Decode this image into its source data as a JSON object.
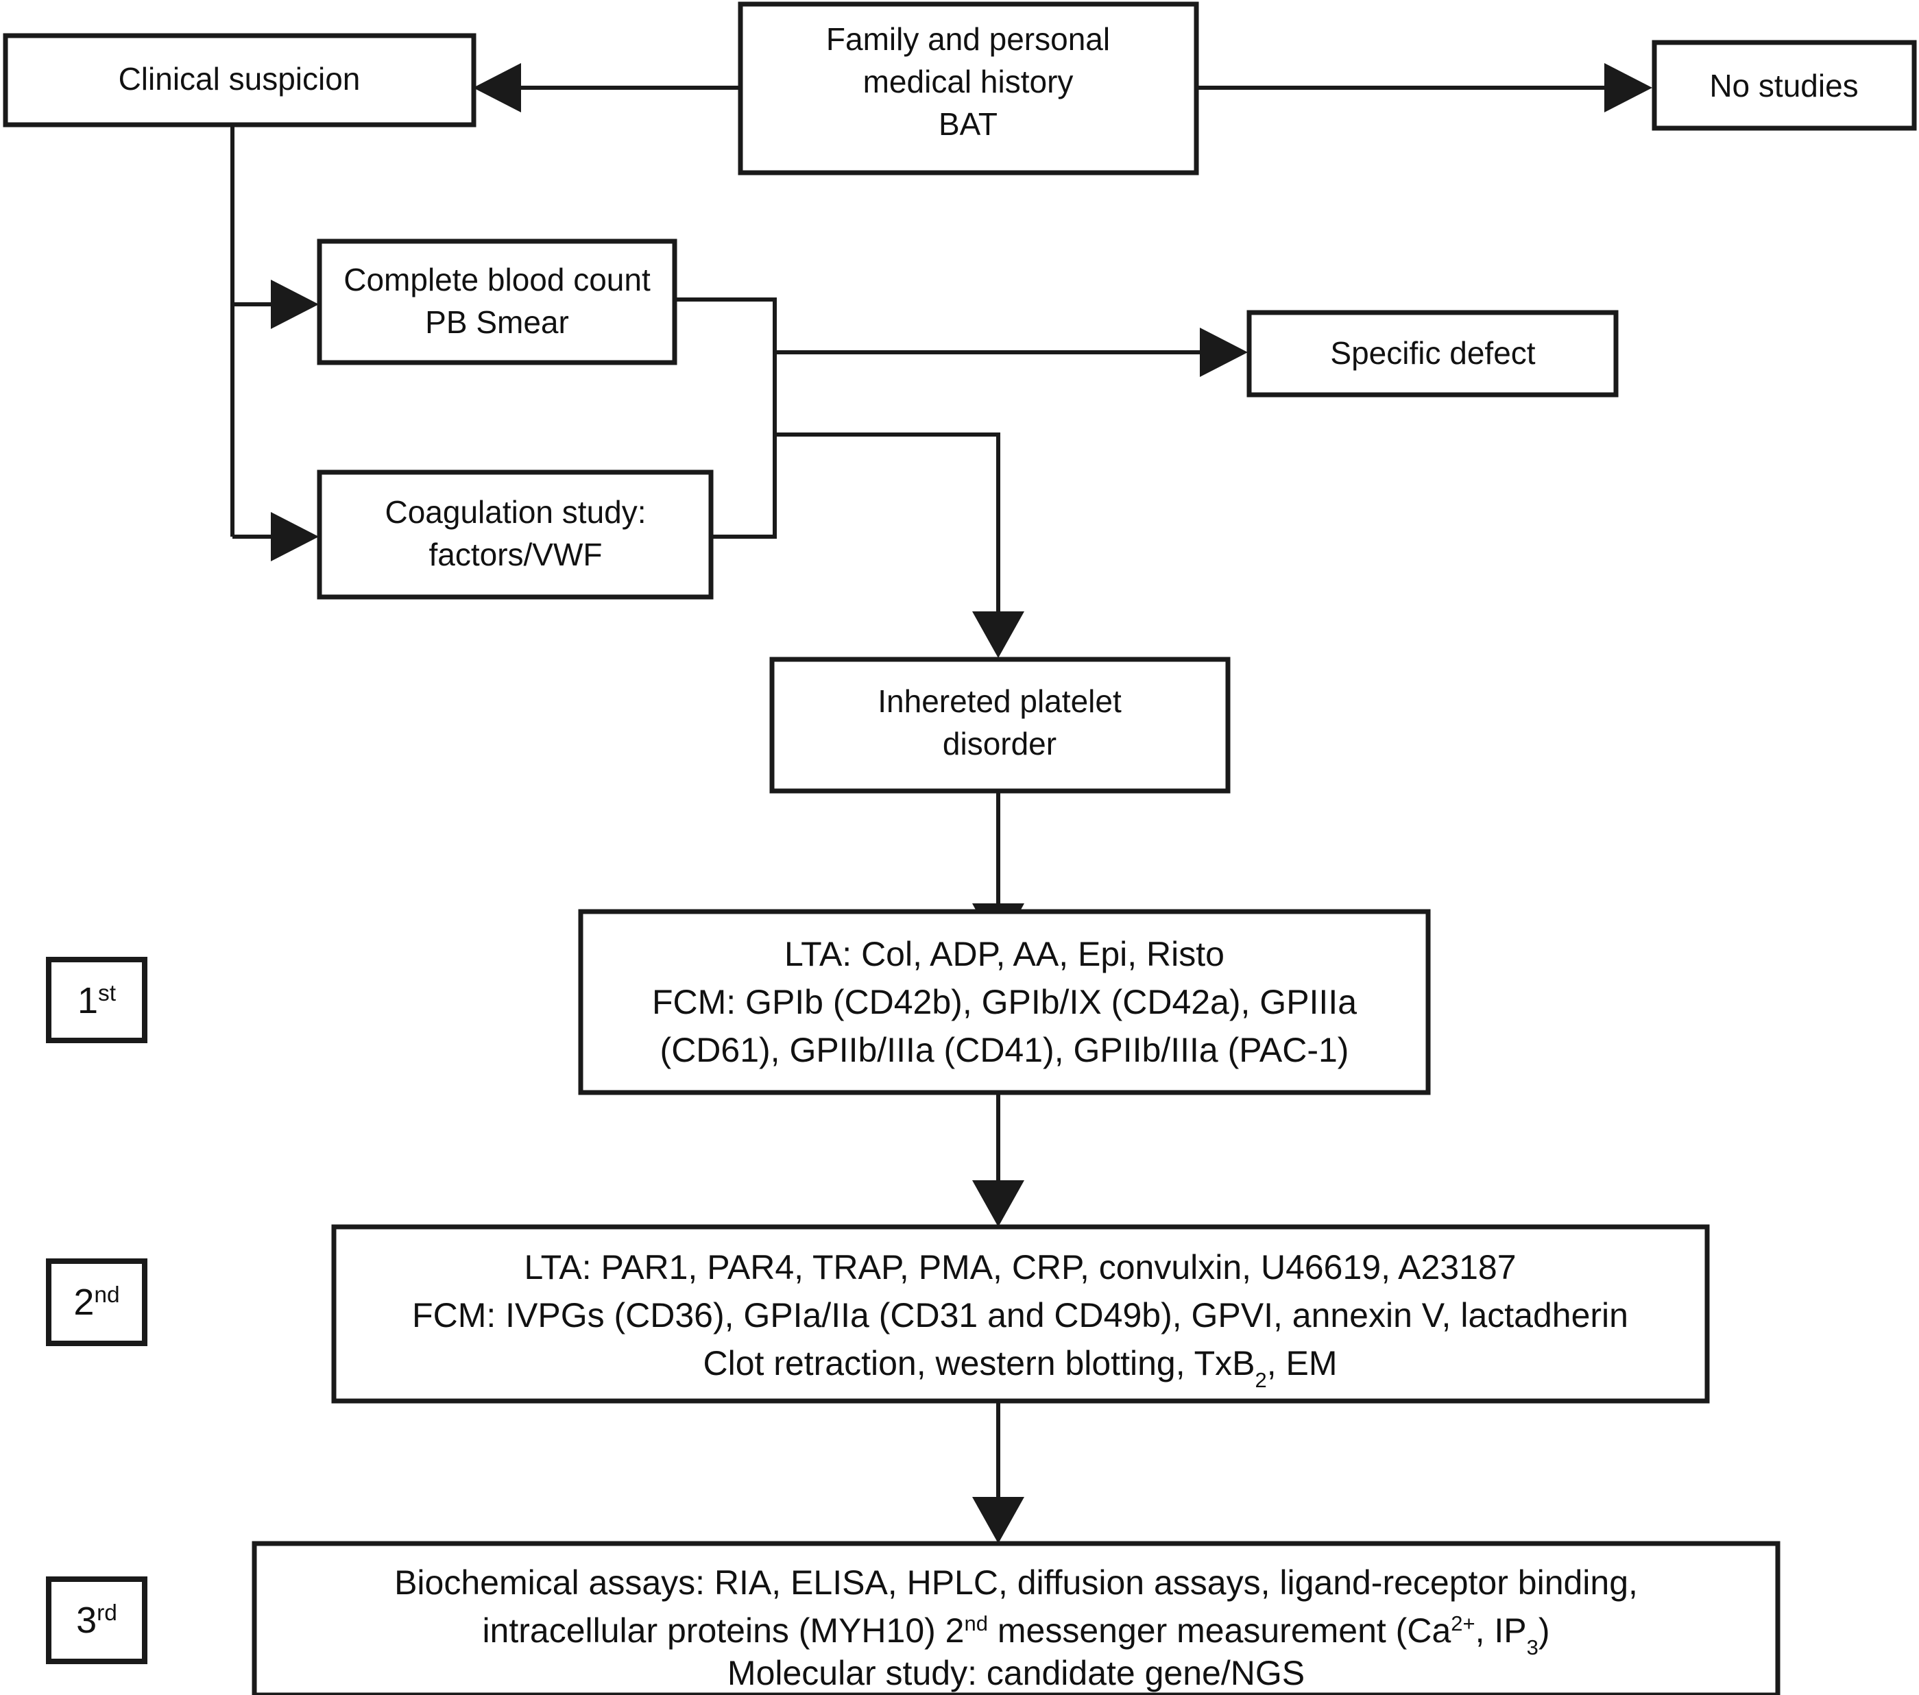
{
  "diagram": {
    "title": "Diagnostic algorithm for inherited platelet disorders",
    "type": "flowchart",
    "background_color": "#ffffff",
    "line_color": "#1a1a1a",
    "text_color": "#111111"
  },
  "nodes": {
    "clinical_suspicion": {
      "lines": [
        "Clinical suspicion"
      ]
    },
    "family_history": {
      "lines": [
        "Family and personal",
        "medical history",
        "BAT"
      ]
    },
    "no_studies": {
      "lines": [
        "No studies"
      ]
    },
    "complete_blood_count": {
      "lines": [
        "Complete blood count",
        "PB Smear"
      ]
    },
    "specific_defect": {
      "lines": [
        "Specific defect"
      ]
    },
    "coagulation_study": {
      "lines": [
        "Coagulation study:",
        "factors/VWF"
      ]
    },
    "inherited_platelet_disorder": {
      "lines": [
        "Inhereted platelet",
        "disorder"
      ]
    }
  },
  "tiers": [
    {
      "id": "tier-1",
      "number": "1",
      "ordinal_suffix": "st",
      "panel_lines": [
        {
          "parts": [
            {
              "t": "LTA: Col, ADP, AA, Epi, Risto"
            }
          ]
        },
        {
          "parts": [
            {
              "t": "FCM: GPIb (CD42b), GPIb/IX (CD42a), GPIIIa"
            }
          ]
        },
        {
          "parts": [
            {
              "t": "(CD61), GPIIb/IIIa (CD41), GPIIb/IIIa (PAC-1)"
            }
          ]
        }
      ]
    },
    {
      "id": "tier-2",
      "number": "2",
      "ordinal_suffix": "nd",
      "panel_lines": [
        {
          "parts": [
            {
              "t": "LTA: PAR1, PAR4, TRAP, PMA, CRP, convulxin, U46619, A23187"
            }
          ]
        },
        {
          "parts": [
            {
              "t": "FCM: IVPGs (CD36), GPIa/IIa (CD31 and CD49b), GPVI, annexin V, lactadherin"
            }
          ]
        },
        {
          "parts": [
            {
              "t": "Clot retraction, western blotting, TxB"
            },
            {
              "t": "2",
              "style": "sub"
            },
            {
              "t": ", EM"
            }
          ]
        }
      ]
    },
    {
      "id": "tier-3",
      "number": "3",
      "ordinal_suffix": "rd",
      "panel_lines": [
        {
          "parts": [
            {
              "t": "Biochemical assays: RIA, ELISA, HPLC, diffusion assays, ligand-receptor binding,"
            }
          ]
        },
        {
          "parts": [
            {
              "t": "intracellular proteins (MYH10) 2"
            },
            {
              "t": "nd",
              "style": "sup"
            },
            {
              "t": " messenger measurement (Ca"
            },
            {
              "t": "2+",
              "style": "sup"
            },
            {
              "t": ", IP"
            },
            {
              "t": "3",
              "style": "sub"
            },
            {
              "t": ")"
            }
          ]
        },
        {
          "parts": [
            {
              "t": "Molecular study: candidate gene/NGS"
            }
          ]
        }
      ]
    }
  ],
  "edges": [
    {
      "from": "family_history",
      "to": "clinical_suspicion",
      "style": "arrow-left"
    },
    {
      "from": "family_history",
      "to": "no_studies",
      "style": "arrow-right"
    },
    {
      "from": "clinical_suspicion",
      "to": "complete_blood_count",
      "style": "elbow-arrow-right"
    },
    {
      "from": "clinical_suspicion",
      "to": "coagulation_study",
      "style": "elbow-arrow-right"
    },
    {
      "from": "complete_blood_count",
      "to": "specific_defect",
      "style": "elbow-arrow-right"
    },
    {
      "from": "coagulation_study",
      "to": "specific_defect",
      "style": "elbow-join"
    },
    {
      "from": "complete_blood_count",
      "to": "inherited_platelet_disorder",
      "style": "elbow-arrow-down"
    },
    {
      "from": "coagulation_study",
      "to": "inherited_platelet_disorder",
      "style": "elbow-arrow-down"
    },
    {
      "from": "inherited_platelet_disorder",
      "to": "tier-1",
      "style": "arrow-down"
    },
    {
      "from": "tier-1",
      "to": "tier-2",
      "style": "arrow-down"
    },
    {
      "from": "tier-2",
      "to": "tier-3",
      "style": "arrow-down"
    }
  ]
}
